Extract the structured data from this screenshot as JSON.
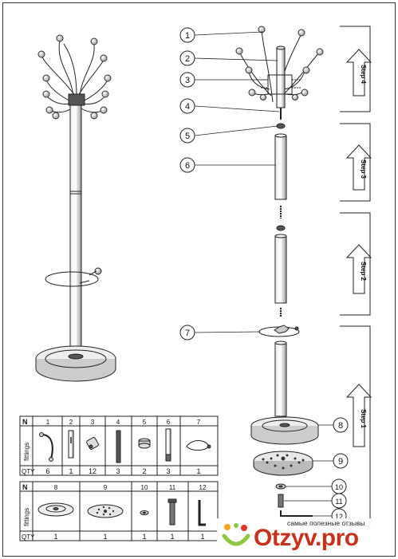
{
  "callouts": [
    "1",
    "2",
    "3",
    "4",
    "5",
    "6",
    "7",
    "8",
    "9",
    "10",
    "11",
    "12"
  ],
  "steps": [
    "Step 4",
    "Step 3",
    "Step 2",
    "Step 1"
  ],
  "table": {
    "row_n": "N",
    "row_fittings": "fittings",
    "row_qty": "QTY",
    "top": {
      "numbers": [
        "1",
        "2",
        "3",
        "4",
        "5",
        "6",
        "7"
      ],
      "qty": [
        "6",
        "1",
        "12",
        "3",
        "2",
        "3",
        "1"
      ]
    },
    "bottom": {
      "numbers": [
        "8",
        "9",
        "10",
        "11",
        "12"
      ],
      "qty": [
        "1",
        "1",
        "1",
        "1",
        "1"
      ]
    }
  },
  "watermark": {
    "tagline": "самые полезные отзывы",
    "name": "Otzyv.pro",
    "color": "#c8321c"
  }
}
